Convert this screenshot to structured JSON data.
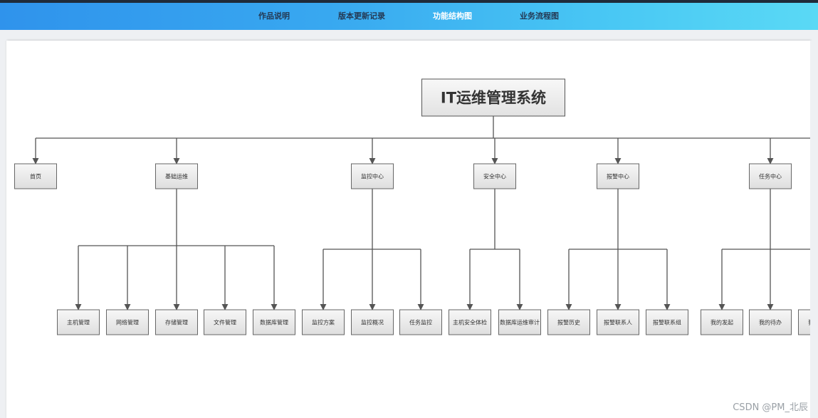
{
  "nav": {
    "items": [
      {
        "label": "作品说明",
        "active": false
      },
      {
        "label": "版本更新记录",
        "active": false
      },
      {
        "label": "功能结构图",
        "active": true
      },
      {
        "label": "业务流程图",
        "active": false
      }
    ]
  },
  "diagram": {
    "root": "IT运维管理系统",
    "modules": [
      {
        "label": "首页",
        "children": []
      },
      {
        "label": "基础运维",
        "children": [
          "主机管理",
          "网络管理",
          "存储管理",
          "文件管理",
          "数据库管理"
        ]
      },
      {
        "label": "监控中心",
        "children": [
          "监控方案",
          "监控概况",
          "任务监控"
        ]
      },
      {
        "label": "安全中心",
        "children": [
          "主机安全体检",
          "数据库运维审计"
        ]
      },
      {
        "label": "报警中心",
        "children": [
          "报警历史",
          "报警联系人",
          "报警联系组"
        ]
      },
      {
        "label": "任务中心",
        "children": [
          "我的发起",
          "我的待办",
          "我的已办"
        ]
      }
    ]
  },
  "watermark": "CSDN @PM_北辰",
  "colors": {
    "nav_gradient_start": "#2f93ec",
    "nav_gradient_end": "#5ad9f5",
    "nav_text": "#243a55",
    "nav_active_text": "#ffffff",
    "node_fill": "#e8e8e8",
    "connector": "#555555"
  }
}
